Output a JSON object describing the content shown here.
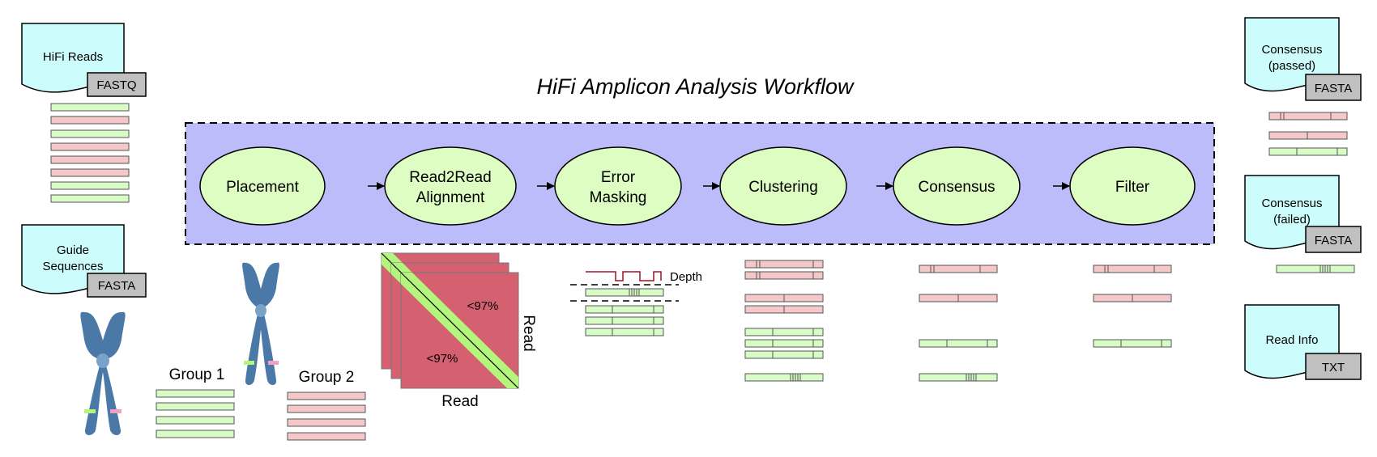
{
  "title": "HiFi Amplicon Analysis Workflow",
  "colors": {
    "workflow_box": "#bcbcfa",
    "step_fill": "#ddfdc3",
    "doc_fill": "#ccfcfc",
    "tag_fill": "#c0c0c0",
    "read_green": "#d7fcc5",
    "read_pink": "#f4c7c9",
    "matrix_fill": "#d46070",
    "diagonal": "#b4f57e",
    "depth_line": "#a01020",
    "chromosome": "#4a79a8"
  },
  "inputs": {
    "hifi_reads": {
      "label": [
        "HiFi Reads"
      ],
      "format": "FASTQ"
    },
    "guide_sequences": {
      "label": [
        "Guide",
        "Sequences"
      ],
      "format": "FASTA"
    }
  },
  "outputs": {
    "consensus_passed": {
      "label": [
        "Consensus",
        "(passed)"
      ],
      "format": "FASTA"
    },
    "consensus_failed": {
      "label": [
        "Consensus",
        "(failed)"
      ],
      "format": "FASTA"
    },
    "read_info": {
      "label": [
        "Read Info"
      ],
      "format": "TXT"
    }
  },
  "steps": [
    {
      "id": "placement",
      "lines": [
        "Placement"
      ]
    },
    {
      "id": "read2read-alignment",
      "lines": [
        "Read2Read",
        "Alignment"
      ]
    },
    {
      "id": "error-masking",
      "lines": [
        "Error",
        "Masking"
      ]
    },
    {
      "id": "clustering",
      "lines": [
        "Clustering"
      ]
    },
    {
      "id": "consensus",
      "lines": [
        "Consensus"
      ]
    },
    {
      "id": "filter",
      "lines": [
        "Filter"
      ]
    }
  ],
  "groups": {
    "group1": "Group 1",
    "group2": "Group 2"
  },
  "matrix": {
    "upper_label": "<97%",
    "lower_label": "<97%",
    "x_label": "Read",
    "y_label": "Read"
  },
  "depth_label": "Depth"
}
